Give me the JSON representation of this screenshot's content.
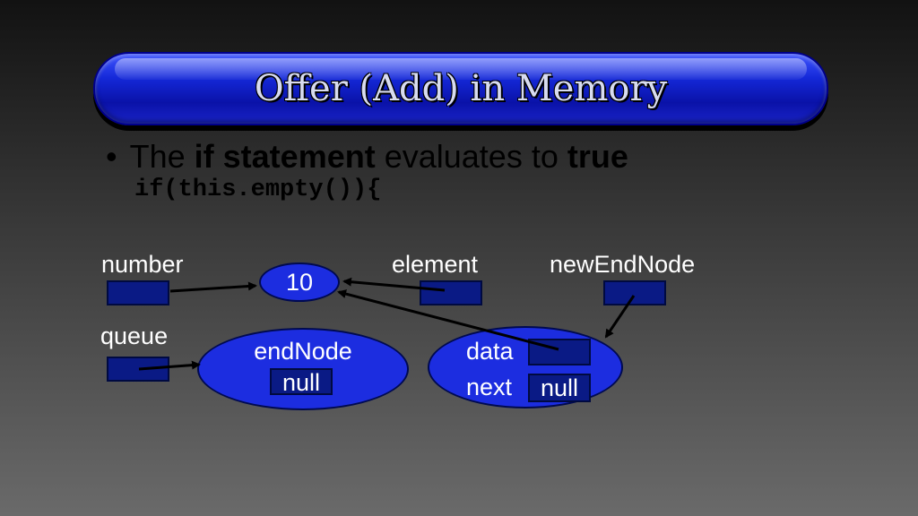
{
  "title": "Offer (Add) in Memory",
  "bullet": {
    "marker": "•",
    "text_1": "The ",
    "bold_1": "if statement",
    "text_2": " evaluates to ",
    "bold_2": "true"
  },
  "code": "if(this.empty()){",
  "variables": {
    "number": "number",
    "element": "element",
    "newEndNode": "newEndNode",
    "queue": "queue"
  },
  "value_node": {
    "value": "10"
  },
  "queue_node": {
    "field_label": "endNode",
    "field_value": "null"
  },
  "new_node": {
    "data_label": "data",
    "next_label": "next",
    "next_value": "null"
  },
  "colors": {
    "banner": "#1428d8",
    "node_fill": "#1c2de0",
    "box_fill": "#0a1a85"
  }
}
